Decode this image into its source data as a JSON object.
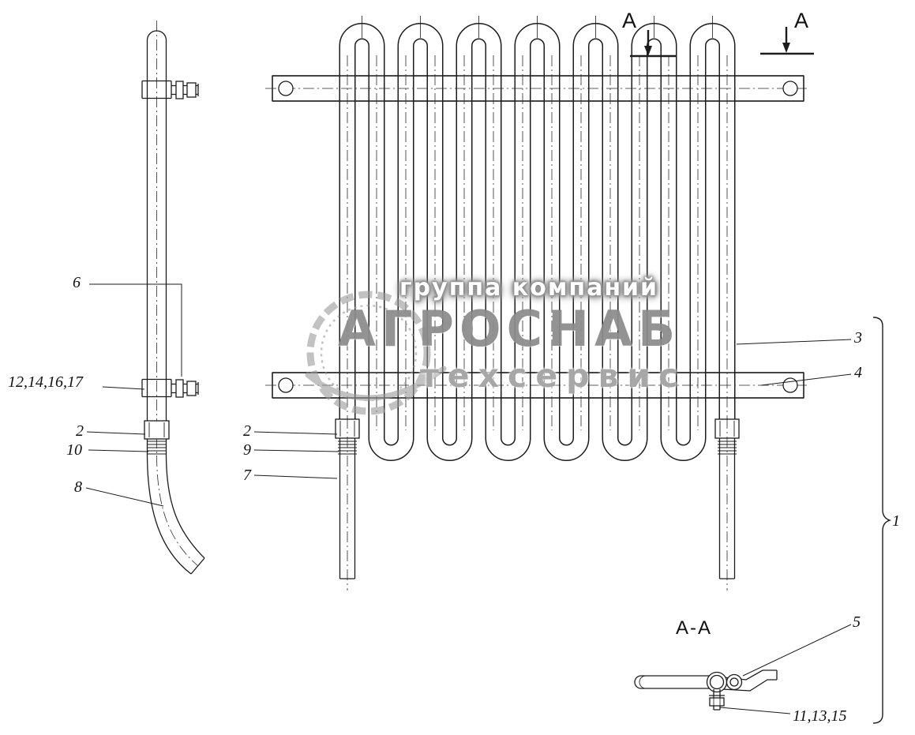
{
  "colors": {
    "background": "#ffffff",
    "line": "#1c1c1c",
    "watermark_gray": "#969696"
  },
  "callouts": {
    "n6": "6",
    "n12_14_16_17": "12,14,16,17",
    "n2_side": "2",
    "n10": "10",
    "n8": "8",
    "n2_front": "2",
    "n9": "9",
    "n7": "7",
    "n3": "3",
    "n4": "4",
    "n1": "1",
    "n5": "5",
    "n11_13_15": "11,13,15"
  },
  "section_markers": {
    "cut_letter_left": "А",
    "cut_letter_right": "А",
    "view_label": "А-А"
  },
  "watermark": {
    "top": "группа компаний",
    "main": "АГРОСНАБ",
    "bottom": "техсервис"
  }
}
